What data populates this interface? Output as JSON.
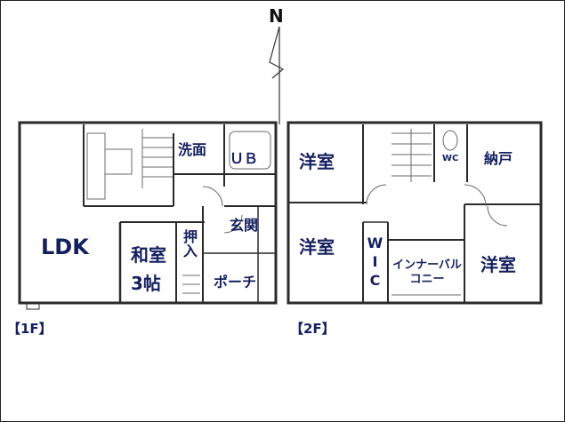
{
  "north_label": "N",
  "floor_1": {
    "caption": "【1F】",
    "rooms": {
      "ldk": "LDK",
      "washroom": "洗面",
      "unit_bath": "ＵＢ",
      "japanese_room": "和室",
      "japanese_room_size": "3帖",
      "closet": "押入",
      "entrance": "玄関",
      "porch": "ポーチ"
    }
  },
  "floor_2": {
    "caption": "【2F】",
    "rooms": {
      "western_room_top": "洋室",
      "wc": "WC",
      "storage": "納戸",
      "western_room_mid": "洋室",
      "wic": "WIC",
      "inner_balcony": "インナーバルコニー",
      "western_room_right": "洋室"
    }
  },
  "colors": {
    "label": "#14205e",
    "wall": "#2a2a2a",
    "detail": "#6b6b6b"
  }
}
